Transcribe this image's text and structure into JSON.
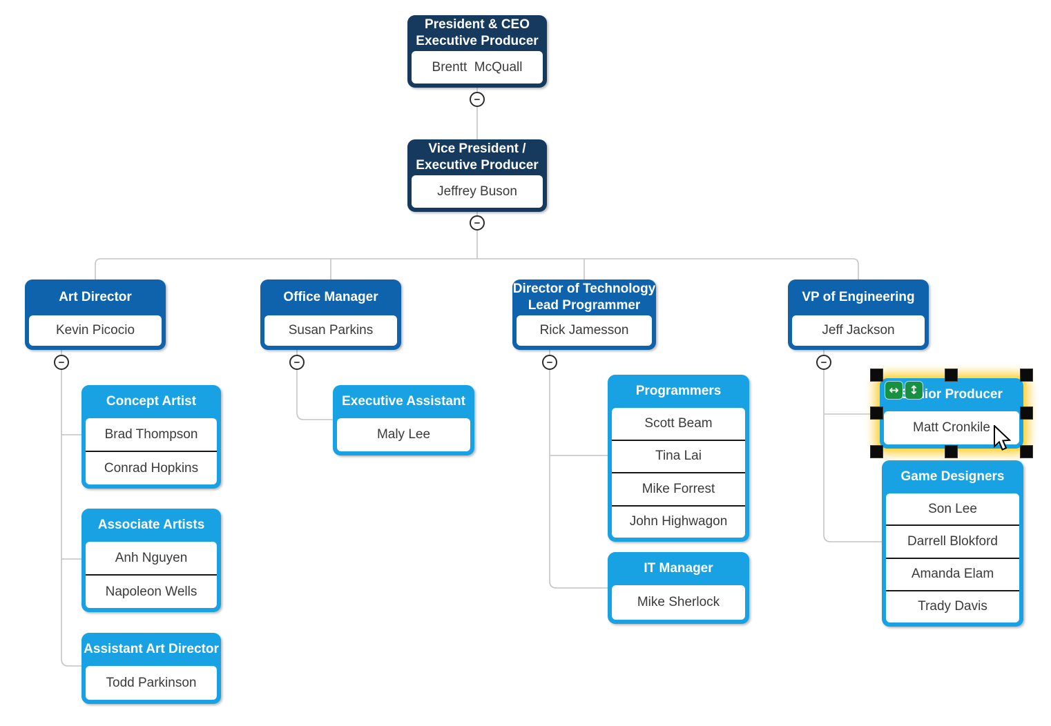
{
  "colors": {
    "exec_bg": "#153a5e",
    "mgr_bg": "#0e63ac",
    "team_bg": "#18a2e4",
    "connector": "#c4c4c4",
    "glow": "#ffd54a",
    "handle": "#0b0b0b",
    "resize_btn": "#17913f"
  },
  "icons": {
    "collapse_glyph": "−",
    "resize_horizontal_glyph": "↔",
    "resize_vertical_glyph": "↕"
  },
  "nodes": {
    "president": {
      "title": "President & CEO",
      "title2": "Executive Producer",
      "members": [
        "Brentt  McQuall"
      ]
    },
    "vp": {
      "title": "Vice President /",
      "title2": "Executive Producer",
      "members": [
        "Jeffrey Buson"
      ]
    },
    "art_director": {
      "title": "Art Director",
      "members": [
        "Kevin Picocio"
      ]
    },
    "office_manager": {
      "title": "Office Manager",
      "members": [
        "Susan Parkins"
      ]
    },
    "tech_director": {
      "title": "Director of Technology",
      "title2": "Lead Programmer",
      "members": [
        "Rick Jamesson"
      ]
    },
    "vp_engineering": {
      "title": "VP of Engineering",
      "members": [
        "Jeff Jackson"
      ]
    },
    "concept_artist": {
      "title": "Concept Artist",
      "members": [
        "Brad Thompson",
        "Conrad Hopkins"
      ]
    },
    "associate_artists": {
      "title": "Associate Artists",
      "members": [
        "Anh Nguyen",
        "Napoleon Wells"
      ]
    },
    "assistant_art_director": {
      "title": "Assistant Art Director",
      "members": [
        "Todd Parkinson"
      ]
    },
    "executive_assistant": {
      "title": "Executive Assistant",
      "members": [
        "Maly Lee"
      ]
    },
    "programmers": {
      "title": "Programmers",
      "members": [
        "Scott Beam",
        "Tina Lai",
        "Mike Forrest",
        "John Highwagon"
      ]
    },
    "it_manager": {
      "title": "IT Manager",
      "members": [
        "Mike Sherlock"
      ]
    },
    "senior_producer": {
      "title": "Senior Producer",
      "members": [
        "Matt Cronkile"
      ],
      "selected": true
    },
    "game_designers": {
      "title": "Game Designers",
      "members": [
        "Son Lee",
        "Darrell Blokford",
        "Amanda Elam",
        "Trady Davis"
      ]
    }
  }
}
